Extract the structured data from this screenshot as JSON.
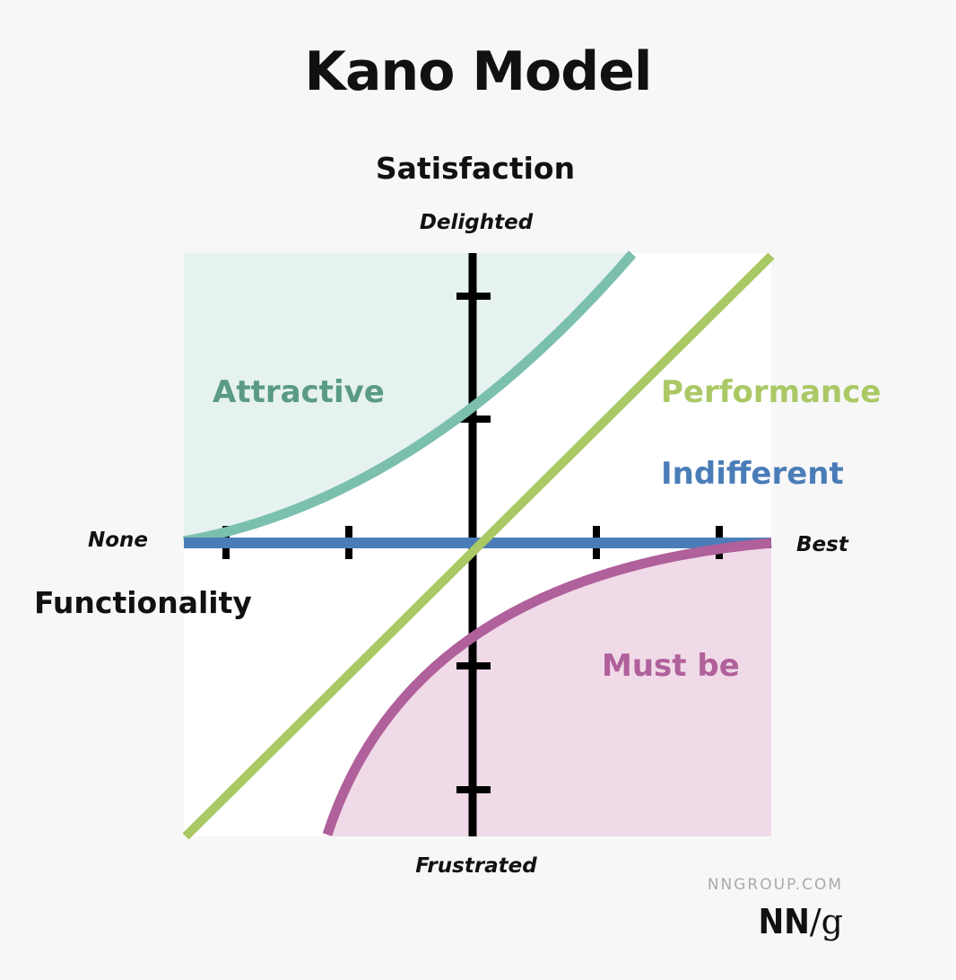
{
  "title": "Kano Model",
  "axes": {
    "y_label": "Satisfaction",
    "y_top": "Delighted",
    "y_bottom": "Frustrated",
    "x_label": "Functionality",
    "x_left": "None",
    "x_right": "Best"
  },
  "regions": {
    "attractive": "Attractive",
    "performance": "Performance",
    "indifferent": "Indifferent",
    "must_be": "Must be"
  },
  "colors": {
    "attractive": "#5a9a87",
    "attractive_line": "#7bbfae",
    "attractive_fill": "#e6f2ef",
    "performance": "#aac864",
    "indifferent": "#4a7db8",
    "must_be": "#b0609a",
    "must_be_fill": "#f0dae8",
    "axis": "#000000",
    "background": "#f7f7f7",
    "plot_background": "#ffffff"
  },
  "footer": {
    "site": "NNGROUP.COM",
    "logo_left": "NN",
    "logo_slash": "/",
    "logo_right": "g"
  },
  "chart_data": {
    "type": "line",
    "title": "Kano Model",
    "xlabel": "Functionality",
    "ylabel": "Satisfaction",
    "x_range_labels": [
      "None",
      "Best"
    ],
    "y_range_labels": [
      "Frustrated",
      "Delighted"
    ],
    "xlim": [
      -1,
      1
    ],
    "ylim": [
      -1,
      1
    ],
    "x_ticks": [
      -0.86,
      -0.43,
      0.43,
      0.86
    ],
    "y_ticks": [
      -0.86,
      -0.43,
      0.43,
      0.86
    ],
    "grid": false,
    "series": [
      {
        "name": "Attractive",
        "shape": "convex curve",
        "x": [
          -1,
          -0.5,
          0,
          0.5,
          0.55
        ],
        "y": [
          0.0,
          0.17,
          0.43,
          0.9,
          1.0
        ],
        "shaded_above": true
      },
      {
        "name": "Performance",
        "shape": "linear",
        "x": [
          -1,
          1
        ],
        "y": [
          -1,
          1
        ]
      },
      {
        "name": "Indifferent",
        "shape": "flat",
        "x": [
          -1,
          1
        ],
        "y": [
          0,
          0
        ]
      },
      {
        "name": "Must be",
        "shape": "concave curve",
        "x": [
          -0.5,
          -0.3,
          0,
          0.5,
          1
        ],
        "y": [
          -1.0,
          -0.7,
          -0.43,
          -0.1,
          0.0
        ],
        "shaded_below": true
      }
    ]
  }
}
